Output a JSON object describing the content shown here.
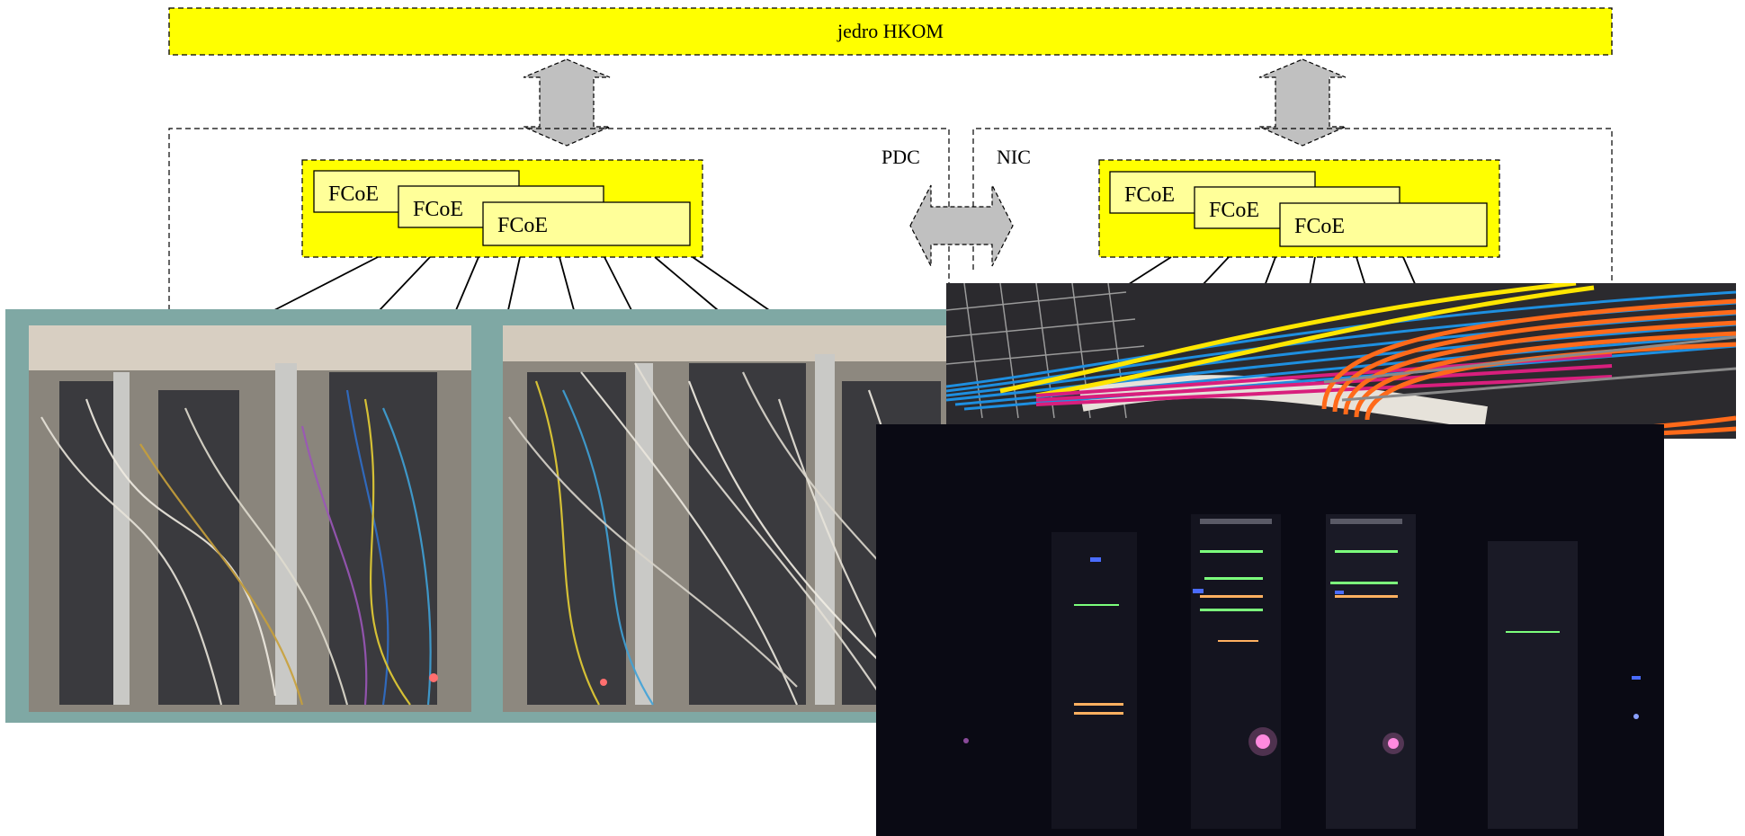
{
  "core": {
    "label": "jedro HKOM"
  },
  "sites": [
    {
      "label": "PDC",
      "fcoe_labels": [
        "FCoE",
        "FCoE",
        "FCoE"
      ]
    },
    {
      "label": "NIC",
      "fcoe_labels": [
        "FCoE",
        "FCoE",
        "FCoE"
      ]
    }
  ],
  "colors": {
    "core_fill": "#ffff00",
    "fcoe_group_fill": "#ffff00",
    "fcoe_card_fill": "#ffff99",
    "arrow_fill": "#c0c0c0",
    "window_frame": "#7fa8a4",
    "orange_cable": "#ff6a1a",
    "blue_cable": "#1e8fe0",
    "yellow_cable": "#ffe600",
    "magenta_cable": "#d81f7d"
  },
  "photos": [
    {
      "subject": "cabling-racks-behind-glass"
    },
    {
      "subject": "fiber-cable-tray"
    },
    {
      "subject": "dark-server-room"
    }
  ]
}
